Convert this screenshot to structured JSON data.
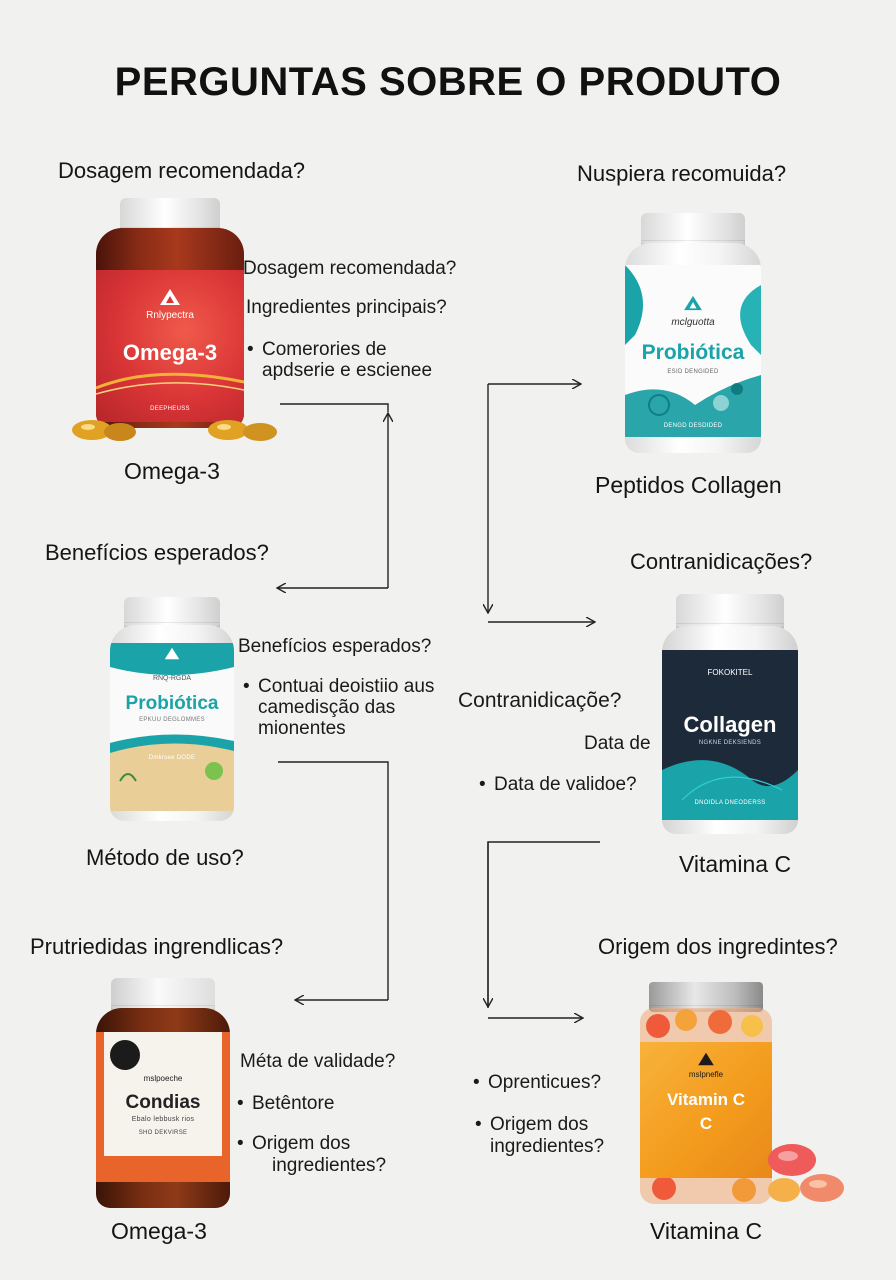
{
  "title": "PERGUNTAS SOBRE O PRODUTO",
  "questions": {
    "q1": "Dosagem recomendada?",
    "q2": "Nuspiera recomuida?",
    "q3": "Benefícios esperados?",
    "q4": "Contranidicações?",
    "q5": "Método de uso?",
    "q6": "Prutriedidas ingrendlicas?",
    "q7": "Origem dos ingredintes?"
  },
  "labels": {
    "omega_top": "Omega-3",
    "collagen_top": "Peptidos Collagen",
    "vitc_mid": "Vitamina C",
    "omega_bottom": "Omega-3",
    "vitc_bottom": "Vitamina C"
  },
  "notes": {
    "omega": {
      "line1": "Dosagem recomendada?",
      "line2": "Ingredientes principais?",
      "bullet1": "Comerories de",
      "bullet1b": "apdserie e escienee"
    },
    "probiotica": {
      "line1": "Benefícios esperados?",
      "bullet1": "Contuai deoistiio aus",
      "bullet1b": "camedisção das",
      "bullet1c": "mionentes"
    },
    "collagen": {
      "line1": "Contranidicaçõe?",
      "line2": "Data de",
      "bullet1": "Data de validoe?"
    },
    "condias": {
      "line1": "Méta de validade?",
      "bullet1": "Betêntore",
      "bullet2": "Origem dos",
      "bullet2b": "ingredientes?"
    },
    "vitc": {
      "bullet1": "Oprenticues?",
      "bullet2": "Origem dos",
      "bullet2b": "ingredientes?"
    }
  },
  "bottles": {
    "omega": {
      "brand": "Rnlypectra",
      "name": "Omega-3",
      "fine": "DEEPHEUSS"
    },
    "probio_top": {
      "brand": "mclguotta",
      "name": "Probiótica",
      "fine": "ESID DENGIDED",
      "fine2": "DENGD DESDIDED"
    },
    "probio_mid": {
      "brand": "RNQ-RGDA",
      "name": "Probiótica",
      "fine": "EPKUU DEGLOMMES",
      "fine2": "Dmkrsee DODE"
    },
    "collagen": {
      "brand": "FOKOKITEL",
      "name": "Collagen",
      "fine": "NGKNE DEKSIENDS",
      "fine2": "DNOIDLA DNEODERSS"
    },
    "condias": {
      "brand": "mslpoeche",
      "name": "Condias",
      "fine": "Ebalo lebbusk rios",
      "fine2": "SHO DEKVIRSE"
    },
    "vitc": {
      "brand": "mslpnefle",
      "name": "Vitamin C",
      "name2": "C"
    }
  },
  "colors": {
    "omega_red": "#d93436",
    "omega_amber": "#7a2a18",
    "teal": "#1aa3a8",
    "navy": "#1d2a3a",
    "orange": "#e8642a",
    "vitc_orange": "#f39a1c"
  }
}
